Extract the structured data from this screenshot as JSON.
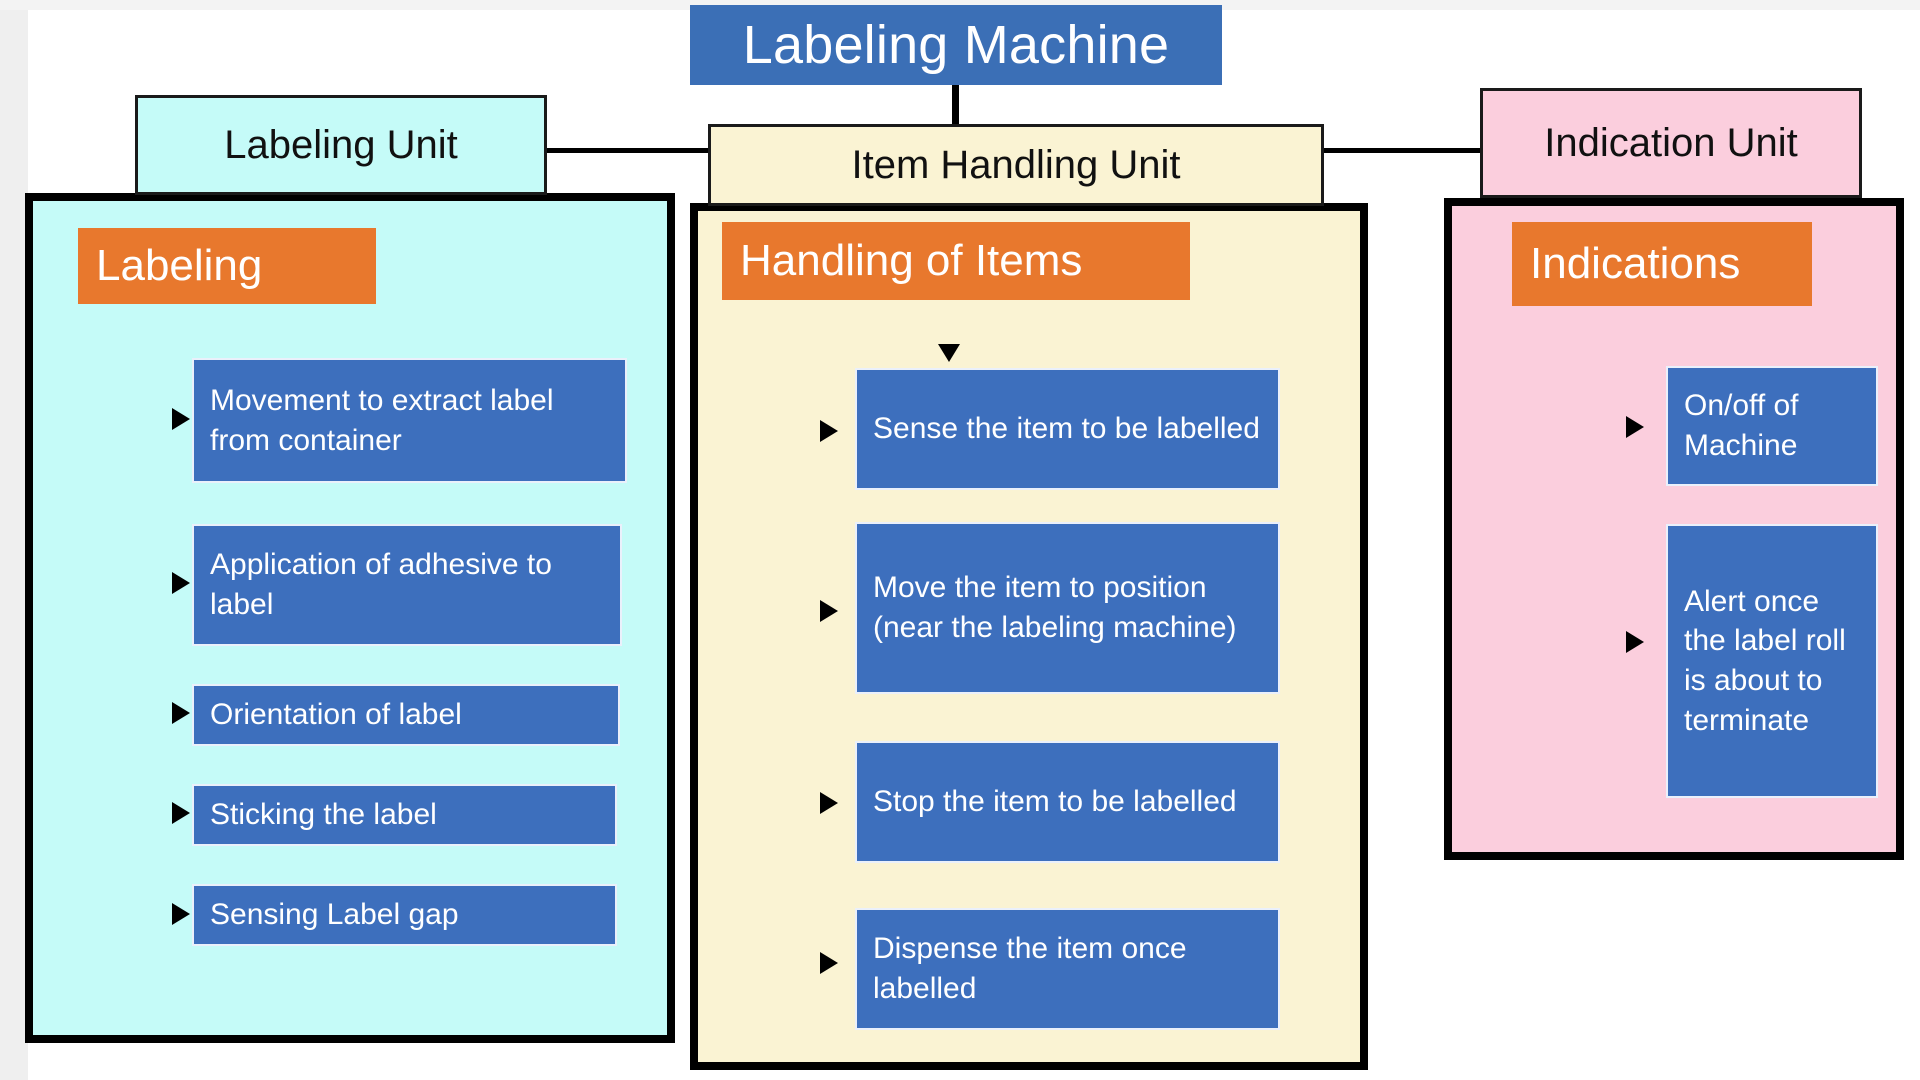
{
  "diagram": {
    "root": {
      "label": "Labeling Machine"
    },
    "units": [
      {
        "id": "labeling-unit",
        "tab_label": "Labeling Unit",
        "panel_color": "#C5FBF8",
        "group": {
          "label": "Labeling",
          "color": "#E8782D"
        },
        "tasks": [
          {
            "label": "Movement to extract label from container"
          },
          {
            "label": "Application of adhesive to label"
          },
          {
            "label": "Orientation of label"
          },
          {
            "label": "Sticking the label"
          },
          {
            "label": "Sensing Label gap"
          }
        ]
      },
      {
        "id": "item-handling-unit",
        "tab_label": "Item Handling Unit",
        "panel_color": "#FAF3D3",
        "group": {
          "label": "Handling of Items",
          "color": "#E8782D"
        },
        "tasks": [
          {
            "label": "Sense the item to be labelled"
          },
          {
            "label": "Move the item to position (near the labeling machine)"
          },
          {
            "label": "Stop the item to be labelled"
          },
          {
            "label": "Dispense the item once labelled"
          }
        ]
      },
      {
        "id": "indication-unit",
        "tab_label": "Indication Unit",
        "panel_color": "#FBCEDD",
        "group": {
          "label": "Indications",
          "color": "#E8782D"
        },
        "tasks": [
          {
            "label": "On/off of Machine"
          },
          {
            "label": "Alert once the label roll is about to terminate"
          }
        ]
      }
    ],
    "colors": {
      "root_box": "#3B6FB6",
      "task_box": "#3D6FBD",
      "group_header": "#E8782D",
      "connector": "#000000",
      "labeling_unit_fill": "#C5FBF8",
      "item_handling_unit_fill": "#FAF3D3",
      "indication_unit_fill": "#FBCEDD"
    }
  }
}
